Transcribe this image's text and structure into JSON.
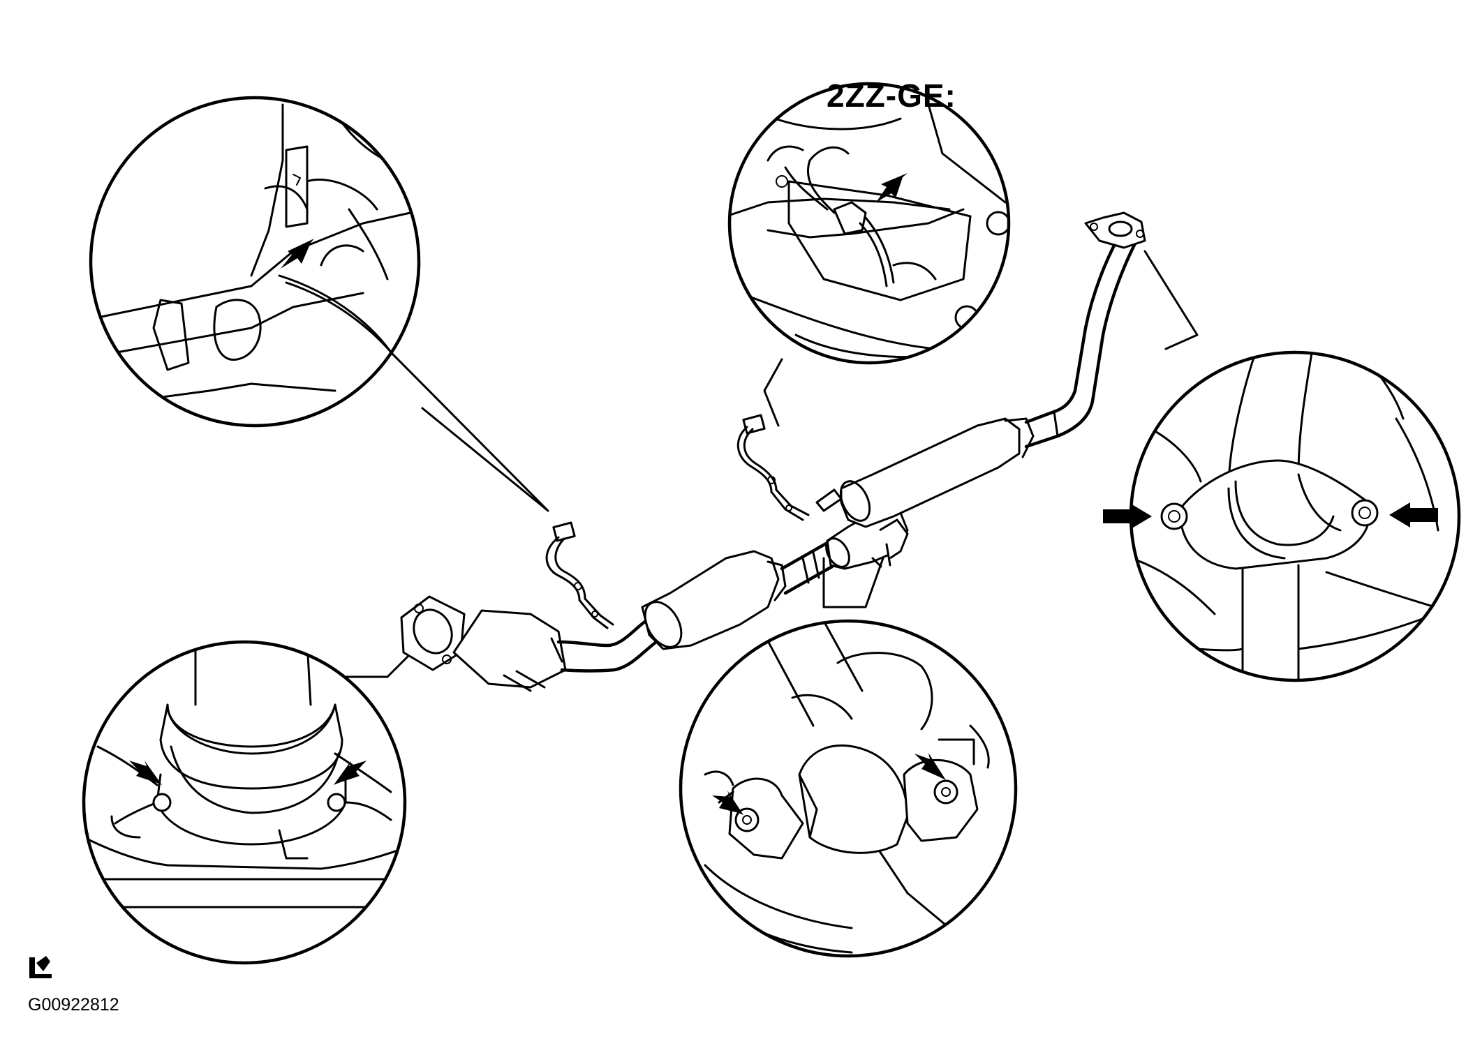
{
  "engine_label": "2ZZ-GE:",
  "figure_code": "G00922812",
  "callouts": [
    {
      "name": "front-oxygen-sensor-connector",
      "arrows": 1
    },
    {
      "name": "rear-oxygen-sensor-connector",
      "engine": "2ZZ-GE",
      "arrows": 1
    },
    {
      "name": "front-pipe-flange-bolts",
      "arrows": 2
    },
    {
      "name": "center-pipe-flange-bolts",
      "arrows": 2
    },
    {
      "name": "tail-pipe-flange-bolts",
      "arrows": 2
    }
  ],
  "colors": {
    "line": "#000000",
    "background": "#ffffff"
  }
}
